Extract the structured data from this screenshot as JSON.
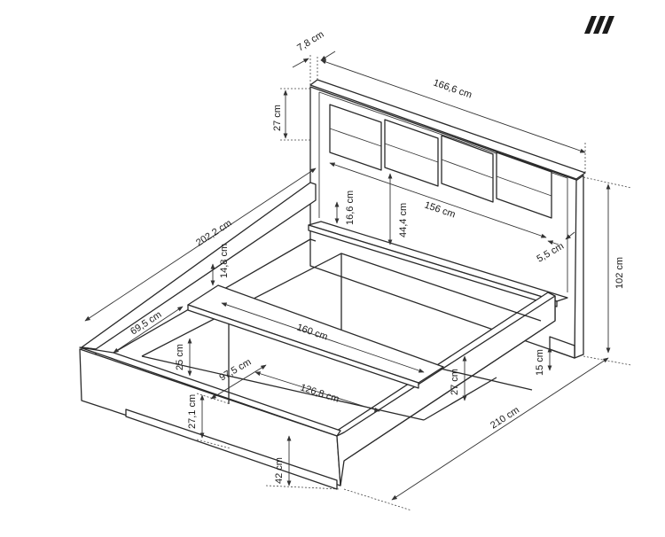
{
  "brand": {
    "logo_icon": "triple-slash-logo-icon"
  },
  "dimensions": {
    "headboard_depth": "7,8 cm",
    "headboard_width": "166,6 cm",
    "headboard_panel_height": "27 cm",
    "shelf_height": "16,6 cm",
    "headboard_inner_height": "44,4 cm",
    "headboard_inner_width": "156 cm",
    "side_offset": "5,5 cm",
    "total_height": "102 cm",
    "total_length": "202,2 cm",
    "rail_height_top": "14,8 cm",
    "slat_offset": "69,5 cm",
    "mattress_width": "160 cm",
    "frame_inner_height": "25 cm",
    "slat_spacing": "97,5 cm",
    "inner_length": "126,8 cm",
    "front_height": "27,1 cm",
    "side_rail_height": "27 cm",
    "leg_height": "15 cm",
    "base_height": "42 cm",
    "total_width": "210 cm"
  }
}
